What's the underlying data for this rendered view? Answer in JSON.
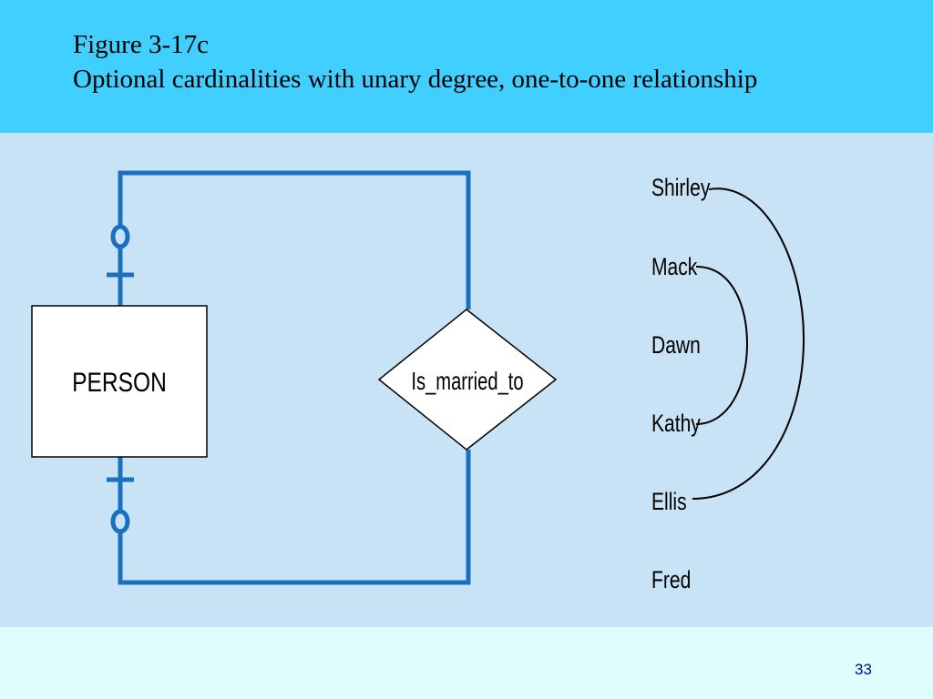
{
  "title": {
    "line1": "Figure 3-17c",
    "line2": "Optional cardinalities with unary degree, one-to-one relationship"
  },
  "diagram": {
    "entity": "PERSON",
    "relationship": "Is_married_to",
    "instances": [
      "Shirley",
      "Mack",
      "Dawn",
      "Kathy",
      "Ellis",
      "Fred"
    ],
    "pairs": [
      [
        "Shirley",
        "Ellis"
      ],
      [
        "Mack",
        "Kathy"
      ]
    ],
    "colors": {
      "line": "#1a6fbf",
      "header_bg": "#40cfff",
      "diagram_bg": "#c8e3f5",
      "page_bg": "#e0fdfe",
      "page_number": "#0000a0"
    }
  },
  "page_number": "33"
}
